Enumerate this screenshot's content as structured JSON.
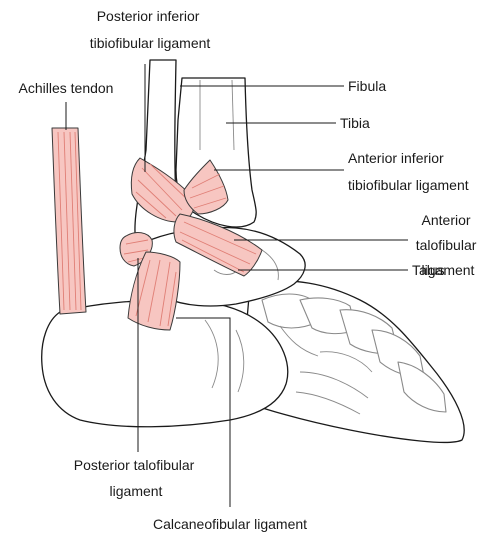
{
  "labels": {
    "posterior_inferior_tibiofibular": [
      "Posterior inferior",
      "tibiofibular ligament"
    ],
    "achilles_tendon": [
      "Achilles tendon"
    ],
    "fibula": [
      "Fibula"
    ],
    "tibia": [
      "Tibia"
    ],
    "anterior_inferior_tibiofibular": [
      "Anterior inferior",
      "tibiofibular ligament"
    ],
    "anterior_talofibular": [
      "Anterior",
      "talofibular",
      "ligament"
    ],
    "talus": [
      "Talus"
    ],
    "posterior_talofibular": [
      "Posterior talofibular",
      "ligament"
    ],
    "calcaneofibular": [
      "Calcaneofibular ligament"
    ]
  },
  "colors": {
    "ligament_fill": "#f7c6c1",
    "ligament_fiber": "#e07f76",
    "outline": "#1a1a1a",
    "bone_detail": "#8a8a8a"
  }
}
